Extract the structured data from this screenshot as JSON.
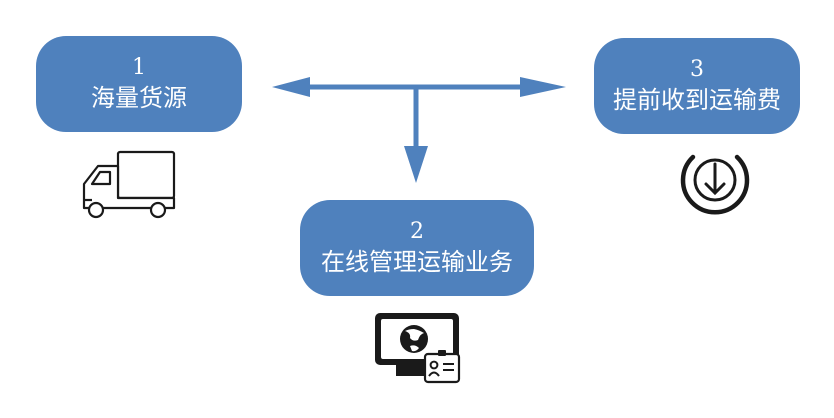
{
  "nodes": [
    {
      "number": "1",
      "label": "海量货源"
    },
    {
      "number": "2",
      "label": "在线管理运输业务"
    },
    {
      "number": "3",
      "label": "提前收到运输费"
    }
  ],
  "icons": {
    "node1": "truck-icon",
    "node2": "monitor-globe-id-icon",
    "node3": "power-download-icon"
  },
  "colors": {
    "node_fill": "#4f81bd",
    "node_text": "#ffffff",
    "arrow": "#4f81bd",
    "icon": "#1a1a1a"
  }
}
